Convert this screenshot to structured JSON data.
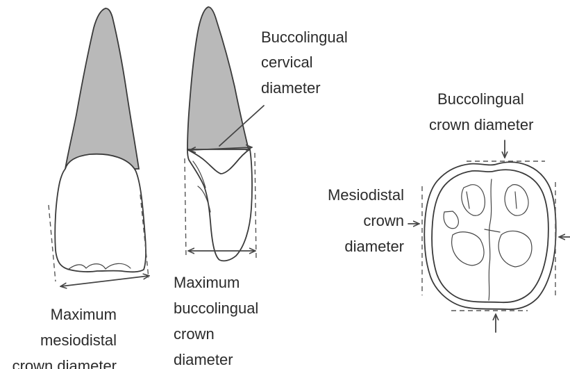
{
  "labels": {
    "buccolingual_cervical": [
      "Buccolingual",
      "cervical",
      "diameter"
    ],
    "buccolingual_crown": [
      "Buccolingual",
      "crown diameter"
    ],
    "mesiodistal_crown": [
      "Mesiodistal",
      "crown",
      "diameter"
    ],
    "max_mesiodistal": [
      "Maximum",
      "mesiodistal",
      "crown diameter"
    ],
    "max_buccolingual": [
      "Maximum",
      "buccolingual",
      "crown",
      "diameter"
    ]
  },
  "colors": {
    "root_fill": "#b9b9b9",
    "line": "#3a3a3a",
    "text": "#2b2b2b"
  }
}
